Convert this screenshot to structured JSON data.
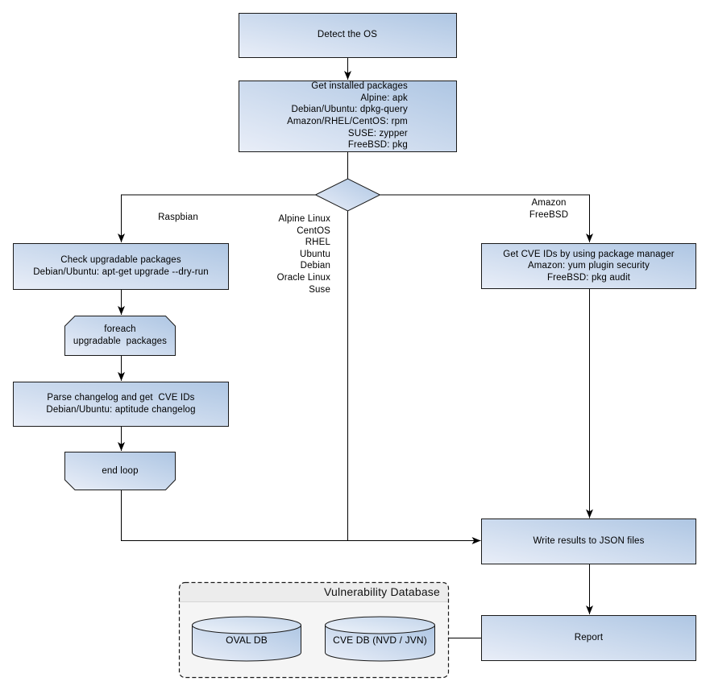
{
  "nodes": {
    "detect_os": "Detect the OS",
    "get_installed_packages": "Get installed packages\nAlpine: apk\nDebian/Ubuntu: dpkg-query\nAmazon/RHEL/CentOS: rpm\nSUSE: zypper\nFreeBSD: pkg",
    "check_upgradable": "Check upgradable packages\nDebian/Ubuntu: apt-get upgrade --dry-run",
    "foreach_loop": "foreach\nupgradable  packages",
    "parse_changelog": "Parse changelog and get  CVE IDs\nDebian/Ubuntu: aptitude changelog",
    "end_loop": "end loop",
    "get_cve_ids": "Get CVE IDs by using package manager\nAmazon: yum plugin security\nFreeBSD: pkg audit",
    "write_results": "Write results to JSON files",
    "report": "Report",
    "oval_db": "OVAL DB",
    "cve_db": "CVE DB (NVD / JVN)"
  },
  "edge_labels": {
    "raspbian": "Raspbian",
    "amazon_freebsd": "Amazon\nFreeBSD",
    "os_list": "Alpine Linux\nCentOS\nRHEL\nUbuntu\nDebian\nOracle Linux\nSuse"
  },
  "group": {
    "title": "Vulnerability Database"
  },
  "colors": {
    "node_gradient_light": "#e9eef8",
    "node_gradient_dark": "#aec6e3",
    "cylinder_top_light": "#eef3fa",
    "cylinder_top_dark": "#c2d4ea",
    "node_border": "#1a1a1a",
    "connector": "#000000",
    "group_fill": "#f5f5f5",
    "group_header_fill": "#ececec",
    "text": "#000000",
    "background": "#ffffff"
  }
}
